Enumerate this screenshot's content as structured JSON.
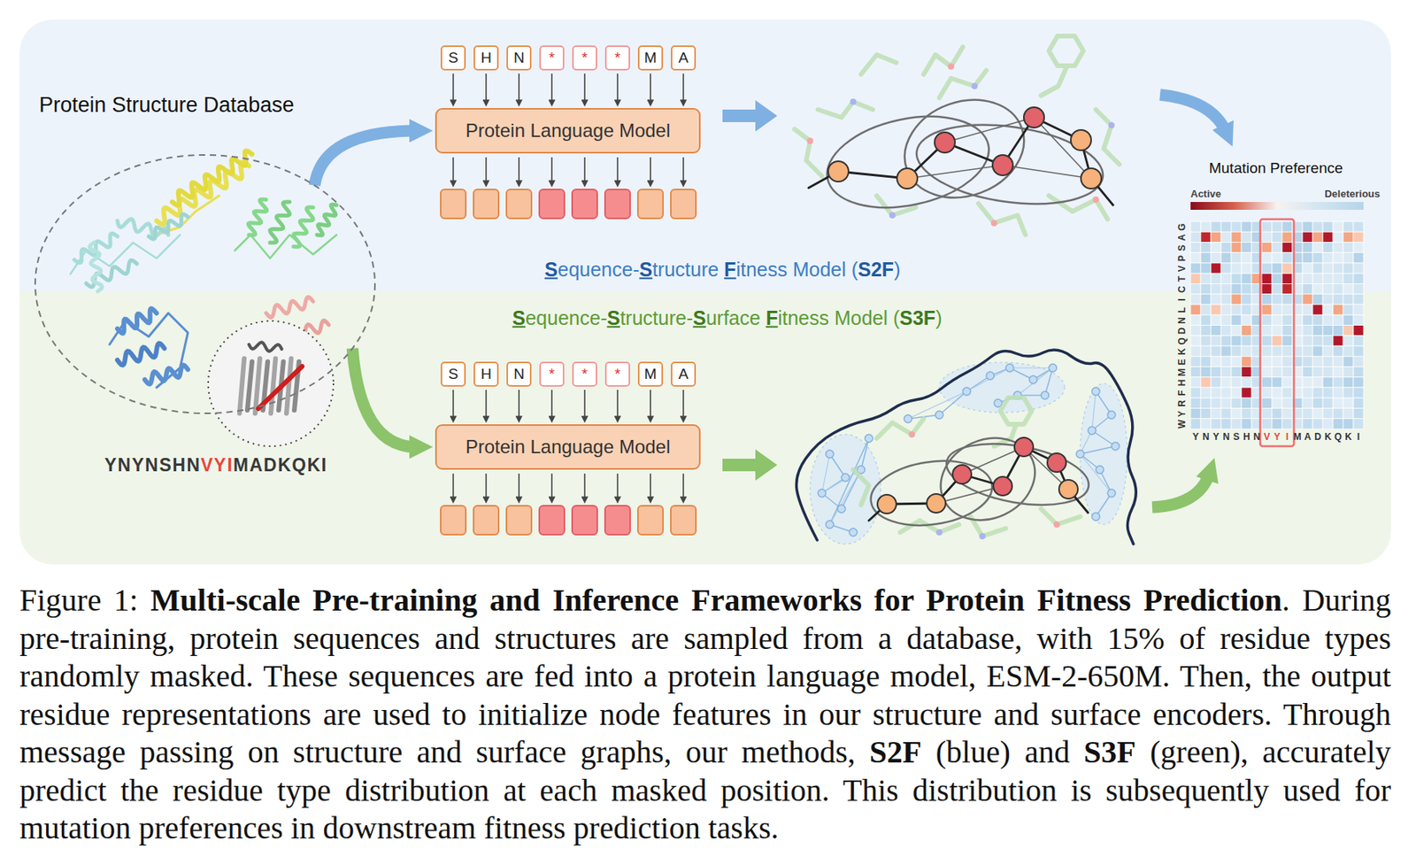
{
  "diagram": {
    "caption": "Figure 1: Multi-scale Pre-training and Inference Frameworks for Protein Fitness Prediction. During pre-training, protein sequences and structures are sampled from a database, with 15% of residue types randomly masked. These sequences are fed into a protein language model, ESM-2-650M. Then, the output residue representations are used to initialize node features in our structure and surface encoders. Through message passing on structure and surface graphs, our methods, S2F (blue) and S3F (green), accurately predict the residue type distribution at each masked position. This distribution is subsequently used for mutation preferences in downstream fitness prediction tasks.",
    "nodes": [
      {
        "text": [
          "Sequence-Structure Fitness Model (S2F)"
        ]
      },
      {
        "text": [
          "S"
        ],
        "in": 0
      },
      {
        "text": [
          "H"
        ],
        "in": 0
      },
      {
        "text": [
          "N"
        ],
        "in": 0
      },
      {
        "text": [
          "*"
        ],
        "in": 0
      },
      {
        "text": [
          "*"
        ],
        "in": 0
      },
      {
        "text": [
          "*"
        ],
        "in": 0
      },
      {
        "text": [
          "M"
        ],
        "in": 0
      },
      {
        "text": [
          "A"
        ],
        "in": 0
      },
      {
        "text": [
          "Protein Language Model"
        ],
        "in": 0
      },
      {
        "text": [
          "Sequence-Structure-Surface Fitness Model (S3F)"
        ]
      },
      {
        "text": [
          "S"
        ],
        "in": 10
      },
      {
        "text": [
          "H"
        ],
        "in": 10
      },
      {
        "text": [
          "N"
        ],
        "in": 10
      },
      {
        "text": [
          "*"
        ],
        "in": 10
      },
      {
        "text": [
          "*"
        ],
        "in": 10
      },
      {
        "text": [
          "*"
        ],
        "in": 10
      },
      {
        "text": [
          "M"
        ],
        "in": 10
      },
      {
        "text": [
          "A"
        ],
        "in": 10
      },
      {
        "text": [
          "Protein Language Model"
        ],
        "in": 10
      },
      {
        "text": [
          "Protein Structure Database"
        ]
      }
    ],
    "edges": [
      {
        "from": 1,
        "to": 9,
        "arrow": "to"
      },
      {
        "from": 2,
        "to": 9,
        "arrow": "to"
      },
      {
        "from": 3,
        "to": 9,
        "arrow": "to"
      },
      {
        "from": 4,
        "to": 9,
        "arrow": "to"
      },
      {
        "from": 5,
        "to": 9,
        "arrow": "to"
      },
      {
        "from": 6,
        "to": 9,
        "arrow": "to"
      },
      {
        "from": 7,
        "to": 9,
        "arrow": "to"
      },
      {
        "from": 8,
        "to": 9,
        "arrow": "to"
      },
      {
        "from": 11,
        "to": 19,
        "arrow": "to"
      },
      {
        "from": 12,
        "to": 19,
        "arrow": "to"
      },
      {
        "from": 13,
        "to": 19,
        "arrow": "to"
      },
      {
        "from": 14,
        "to": 19,
        "arrow": "to"
      },
      {
        "from": 15,
        "to": 19,
        "arrow": "to"
      },
      {
        "from": 16,
        "to": 19,
        "arrow": "to"
      },
      {
        "from": 17,
        "to": 19,
        "arrow": "to"
      },
      {
        "from": 18,
        "to": 19,
        "arrow": "to"
      },
      {
        "from": 20,
        "to": 9,
        "arrow": "to"
      },
      {
        "from": 20,
        "to": 19,
        "arrow": "to"
      }
    ],
    "labels": [
      "YNYNSHNVYIMADKQKI",
      "Mutation Preference",
      "Active",
      "Deleterious",
      "WYRFHMEKQDNLICTVPSAG",
      "YNYNSHNVYIMADKQKI"
    ]
  }
}
